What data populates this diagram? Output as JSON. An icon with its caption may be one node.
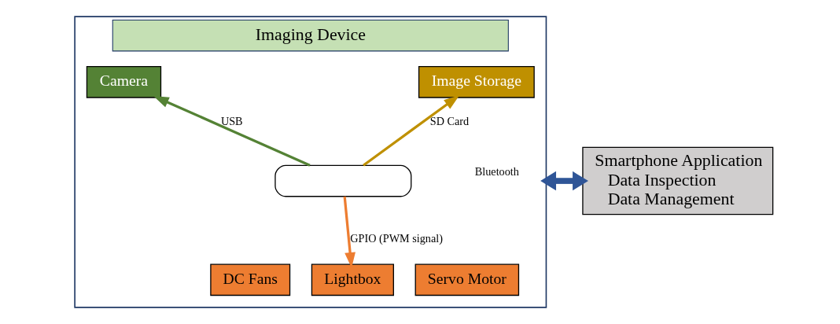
{
  "diagram": {
    "nodes": [
      {
        "text": [
          "Imaging Device"
        ]
      },
      {
        "text": [
          "Camera"
        ],
        "in": 0
      },
      {
        "text": [
          "Image Storage"
        ],
        "in": 0
      },
      {
        "text": [],
        "shape": "box",
        "in": 0
      },
      {
        "text": [
          "DC Fans"
        ],
        "in": 0
      },
      {
        "text": [
          "Lightbox"
        ],
        "in": 0
      },
      {
        "text": [
          "Servo Motor"
        ],
        "in": 0
      },
      {
        "text": [
          "Smartphone Application",
          "Data Inspection",
          "Data Management"
        ]
      }
    ],
    "edges": [
      {
        "from": 3,
        "to": 1,
        "arrow": "to",
        "label": "USB",
        "color": "#548235"
      },
      {
        "from": 3,
        "to": 2,
        "arrow": "to",
        "label": "SD Card",
        "color": "#bf9000"
      },
      {
        "from": 3,
        "to": 5,
        "arrow": "to",
        "label": "GPIO (PWM signal)",
        "color": "#ed7d31"
      },
      {
        "from": 0,
        "to": 7,
        "arrow": "both",
        "label": "Bluetooth",
        "style": "thick",
        "color": "#2f5597"
      }
    ]
  }
}
